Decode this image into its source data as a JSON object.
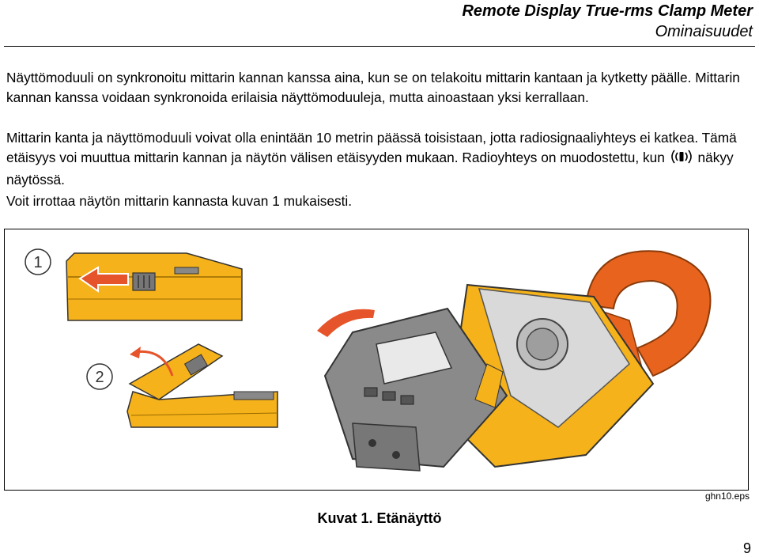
{
  "header": {
    "title": "Remote Display True-rms Clamp Meter",
    "subtitle": "Ominaisuudet"
  },
  "body": {
    "paragraph_1": "Näyttömoduuli on synkronoitu mittarin kannan kanssa aina, kun se on telakoitu mittarin kantaan ja kytketty päälle. Mittarin kannan kanssa voidaan synkronoida erilaisia näyttömoduuleja, mutta ainoastaan yksi kerrallaan.",
    "paragraph_2_before_icon": "Mittarin kanta ja näyttömoduuli voivat olla enintään 10 metrin päässä toisistaan, jotta radiosignaaliyhteys ei katkea. Tämä etäisyys voi muuttua mittarin kannan ja näytön välisen etäisyyden mukaan. Radioyhteys on muodostettu, kun",
    "paragraph_2_after_icon": "näkyy näytössä.",
    "paragraph_3": "Voit irrottaa näytön mittarin kannasta kuvan 1 mukaisesti."
  },
  "figure": {
    "step_1": "1",
    "step_2": "2",
    "file_ref": "ghn10.eps",
    "caption": "Kuvat 1. Etänäyttö",
    "colors": {
      "body_yellow": "#f5b21a",
      "jaw_orange": "#e8641e",
      "display_gray": "#8a8a8a",
      "arrow_red": "#e5542a"
    }
  },
  "footer": {
    "page_number": "9"
  }
}
